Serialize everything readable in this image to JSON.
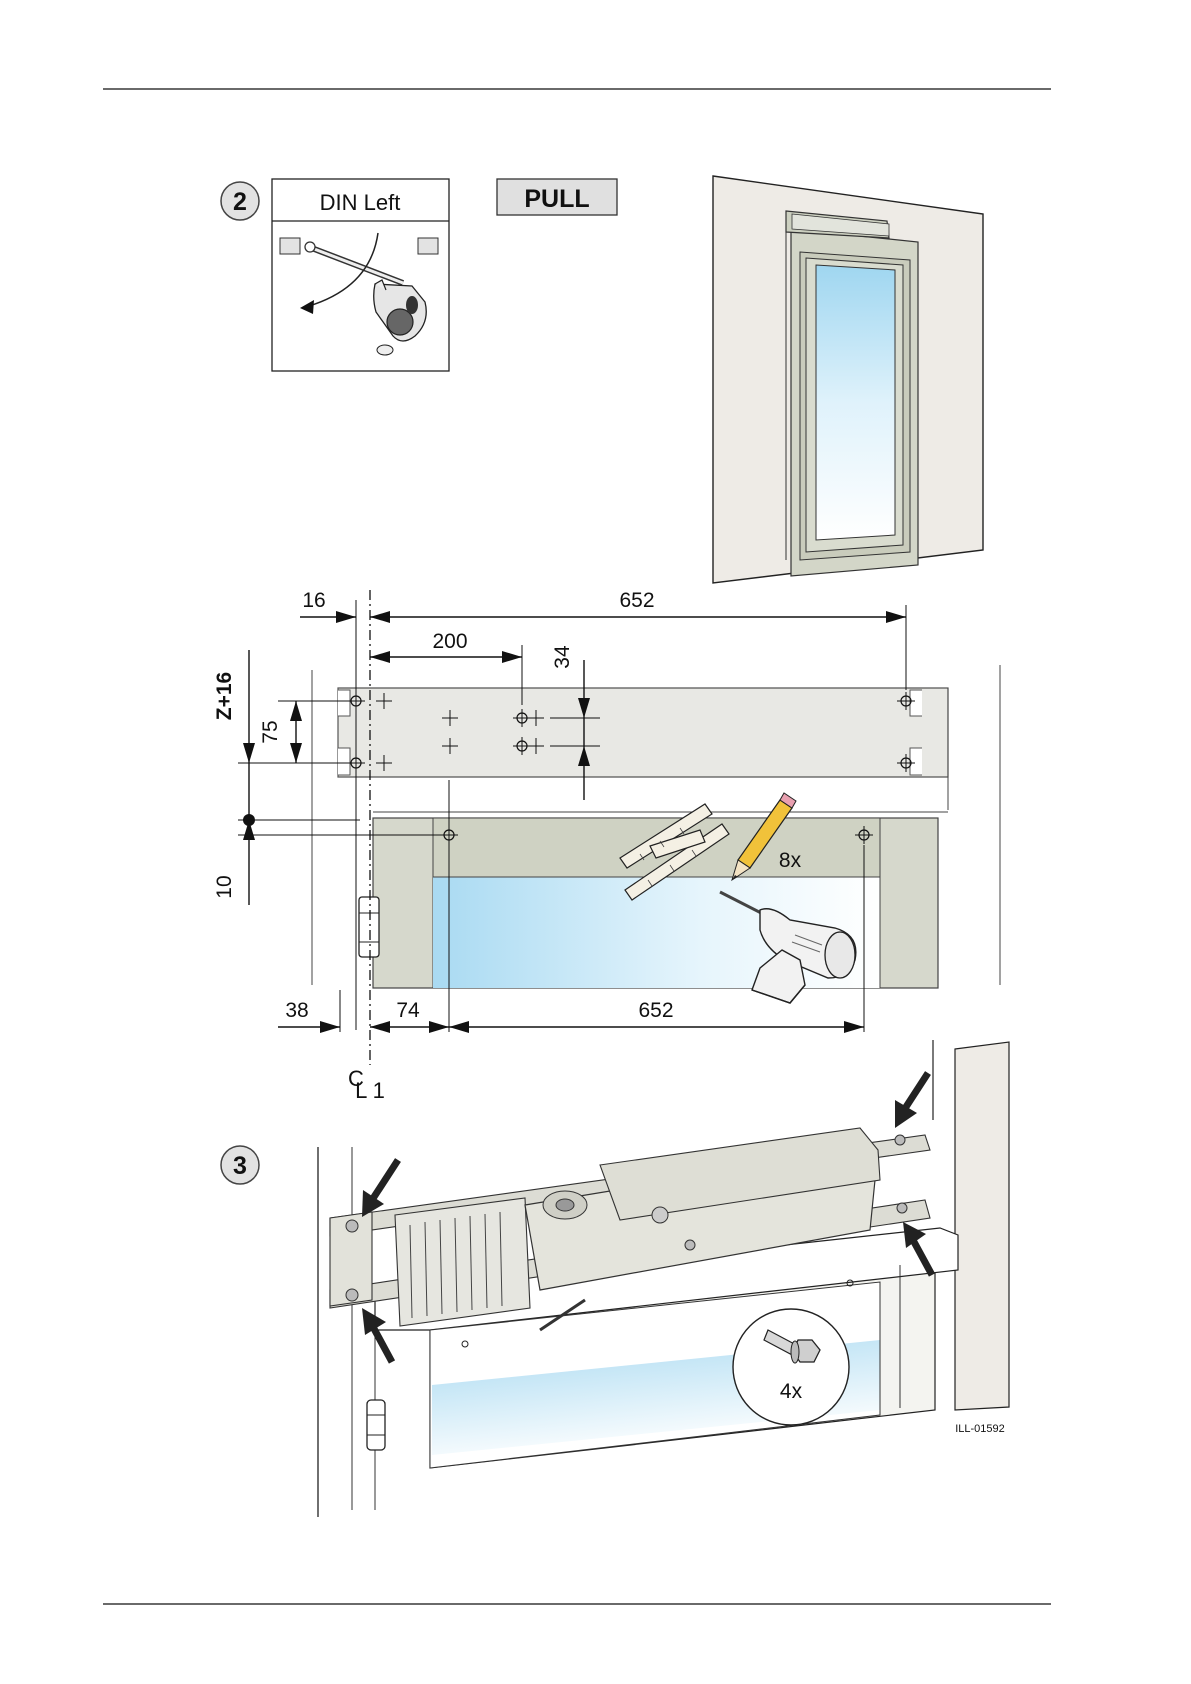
{
  "steps": {
    "step2": "2",
    "step3": "3"
  },
  "door_type": {
    "title": "DIN Left",
    "mode_label": "PULL"
  },
  "dimensions": {
    "top_offset": "16",
    "top_span": "652",
    "hole_offset": "200",
    "vertical_34": "34",
    "height_z": "Z+16",
    "vertical_75": "75",
    "vertical_10": "10",
    "bottom_38": "38",
    "bottom_74": "74",
    "bottom_span": "652",
    "centerline_c": "C",
    "centerline_label": "L 1"
  },
  "quantities": {
    "fixings": "8x",
    "bolts": "4x"
  },
  "figure_id": "ILL-01592",
  "icons": [
    "step-badge",
    "door-swing-icon",
    "person-icon",
    "pencil-icon",
    "folding-rule-icon",
    "drill-icon",
    "bolt-icon",
    "arrow-icon"
  ],
  "colors": {
    "glass": "#bfe6f7",
    "frame": "#d6d8cc",
    "wall": "#eeebe6",
    "line": "#111111"
  }
}
